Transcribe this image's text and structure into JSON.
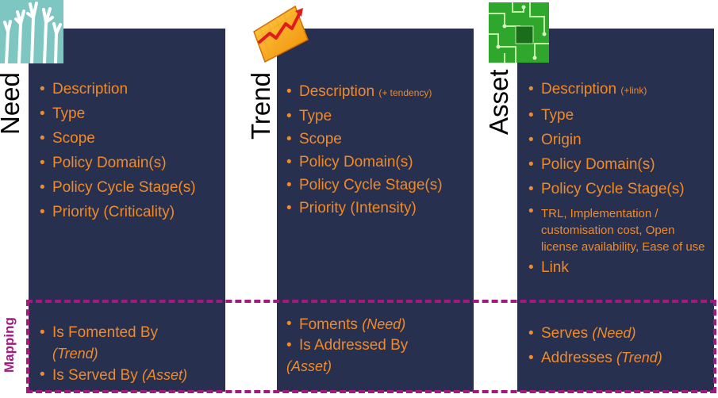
{
  "columns": {
    "need": {
      "title": "Need",
      "icon": "raised-hands-icon",
      "items": [
        "Description",
        "Type",
        "Scope",
        "Policy Domain(s)",
        "Policy Cycle Stage(s)",
        "Priority (Criticality)"
      ],
      "mapping": [
        {
          "text": "Is Fomented By ",
          "em": "(Trend)"
        },
        {
          "text": "Is Served By ",
          "em": "(Asset)"
        }
      ]
    },
    "trend": {
      "title": "Trend",
      "icon": "rising-chart-icon",
      "first": {
        "text": "Description ",
        "note": "(+ tendency)"
      },
      "items": [
        "Type",
        "Scope",
        "Policy Domain(s)",
        "Policy Cycle Stage(s)",
        "Priority (Intensity)"
      ],
      "mapping": [
        {
          "text": "Foments ",
          "em": "(Need)"
        },
        {
          "text": "Is Addressed By ",
          "em": "(Asset)"
        }
      ]
    },
    "asset": {
      "title": "Asset",
      "icon": "circuit-board-icon",
      "first": {
        "text": "Description ",
        "note": "(+link)"
      },
      "items": [
        "Type",
        "Origin",
        "Policy Domain(s)",
        "Policy Cycle Stage(s)"
      ],
      "long_item": "TRL, Implementation / customisation cost, Open license availability, Ease of use",
      "last": "Link",
      "mapping": [
        {
          "text": "Serves ",
          "em": "(Need)"
        },
        {
          "text": "Addresses ",
          "em": "(Trend)"
        }
      ]
    }
  },
  "mapping_label": "Mapping",
  "colors": {
    "panel": "#28304f",
    "text": "#f08a28",
    "mapping": "#a3197f"
  }
}
